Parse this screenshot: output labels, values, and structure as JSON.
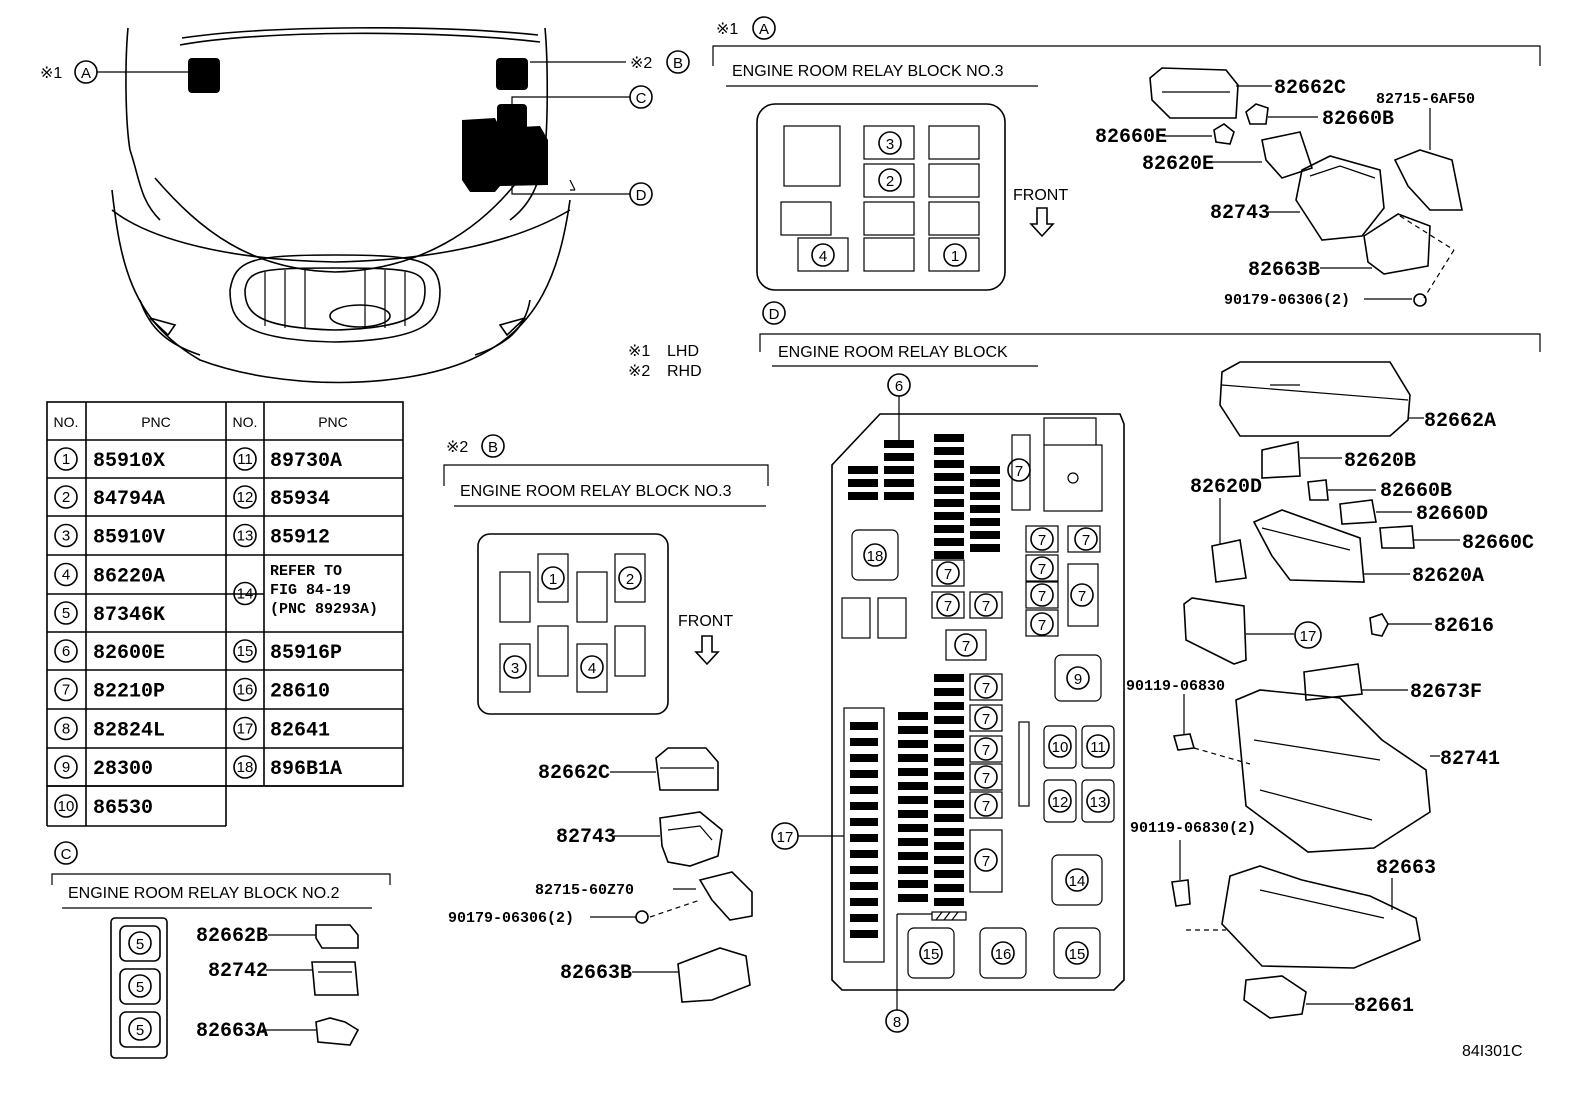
{
  "diagram_id": "84I301C",
  "notes": {
    "n1": "※1",
    "n1_text": "LHD",
    "n2": "※2",
    "n2_text": "RHD"
  },
  "location_labels": {
    "a": "A",
    "b": "B",
    "c": "C",
    "d": "D",
    "x1": "※1",
    "x2": "※2"
  },
  "table": {
    "col_no": "NO.",
    "col_pnc": "PNC",
    "rows_left": [
      {
        "no": "1",
        "pnc": "85910X"
      },
      {
        "no": "2",
        "pnc": "84794A"
      },
      {
        "no": "3",
        "pnc": "85910V"
      },
      {
        "no": "4",
        "pnc": "86220A"
      },
      {
        "no": "5",
        "pnc": "87346K"
      },
      {
        "no": "6",
        "pnc": "82600E"
      },
      {
        "no": "7",
        "pnc": "82210P"
      },
      {
        "no": "8",
        "pnc": "82824L"
      },
      {
        "no": "9",
        "pnc": "28300"
      },
      {
        "no": "10",
        "pnc": "86530"
      }
    ],
    "rows_right": [
      {
        "no": "11",
        "pnc": "89730A"
      },
      {
        "no": "12",
        "pnc": "85934"
      },
      {
        "no": "13",
        "pnc": "85912"
      },
      {
        "no": "14",
        "pnc_lines": [
          "REFER TO",
          "FIG 84-19",
          "(PNC 89293A)"
        ]
      },
      {
        "no": "15",
        "pnc": "85916P"
      },
      {
        "no": "16",
        "pnc": "28610"
      },
      {
        "no": "17",
        "pnc": "82641"
      },
      {
        "no": "18",
        "pnc": "896B1A"
      }
    ]
  },
  "section_a": {
    "title": "ENGINE ROOM RELAY BLOCK NO.3",
    "front": "FRONT",
    "parts": [
      "82662C",
      "82660B",
      "82715-6AF50",
      "82660E",
      "82620E",
      "82743",
      "82663B",
      "90179-06306(2)"
    ]
  },
  "section_b": {
    "title": "ENGINE ROOM RELAY BLOCK NO.3",
    "front": "FRONT",
    "parts": [
      "82662C",
      "82743",
      "82715-60Z70",
      "90179-06306(2)",
      "82663B"
    ]
  },
  "section_c": {
    "title": "ENGINE ROOM RELAY BLOCK NO.2",
    "parts": [
      "82662B",
      "82742",
      "82663A"
    ]
  },
  "section_d": {
    "title": "ENGINE ROOM RELAY BLOCK",
    "parts": [
      "82662A",
      "82620B",
      "82620D",
      "82660B",
      "82660D",
      "82660C",
      "82620A",
      "82616",
      "90119-06830",
      "82673F",
      "82741",
      "90119-06830(2)",
      "82663",
      "82661"
    ]
  }
}
